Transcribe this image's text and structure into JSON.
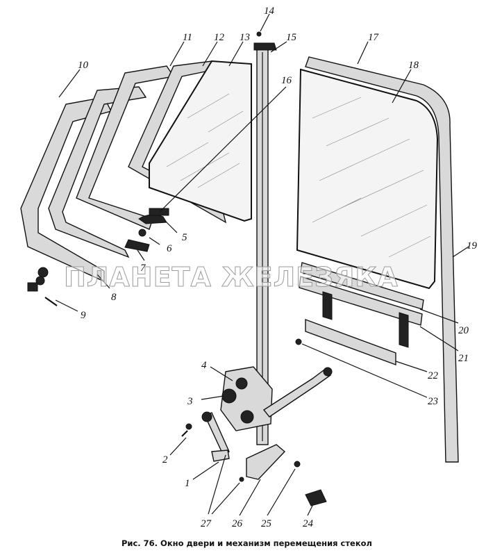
{
  "watermark": "ПЛАНЕТА ЖЕЛЕЗЯКА",
  "caption": "Рис. 76. Окно двери и механизм перемещения стекол",
  "callouts": [
    "1",
    "2",
    "3",
    "4",
    "5",
    "6",
    "7",
    "8",
    "9",
    "10",
    "11",
    "12",
    "13",
    "14",
    "15",
    "16",
    "17",
    "18",
    "19",
    "20",
    "21",
    "22",
    "23",
    "24",
    "25",
    "26",
    "27"
  ]
}
